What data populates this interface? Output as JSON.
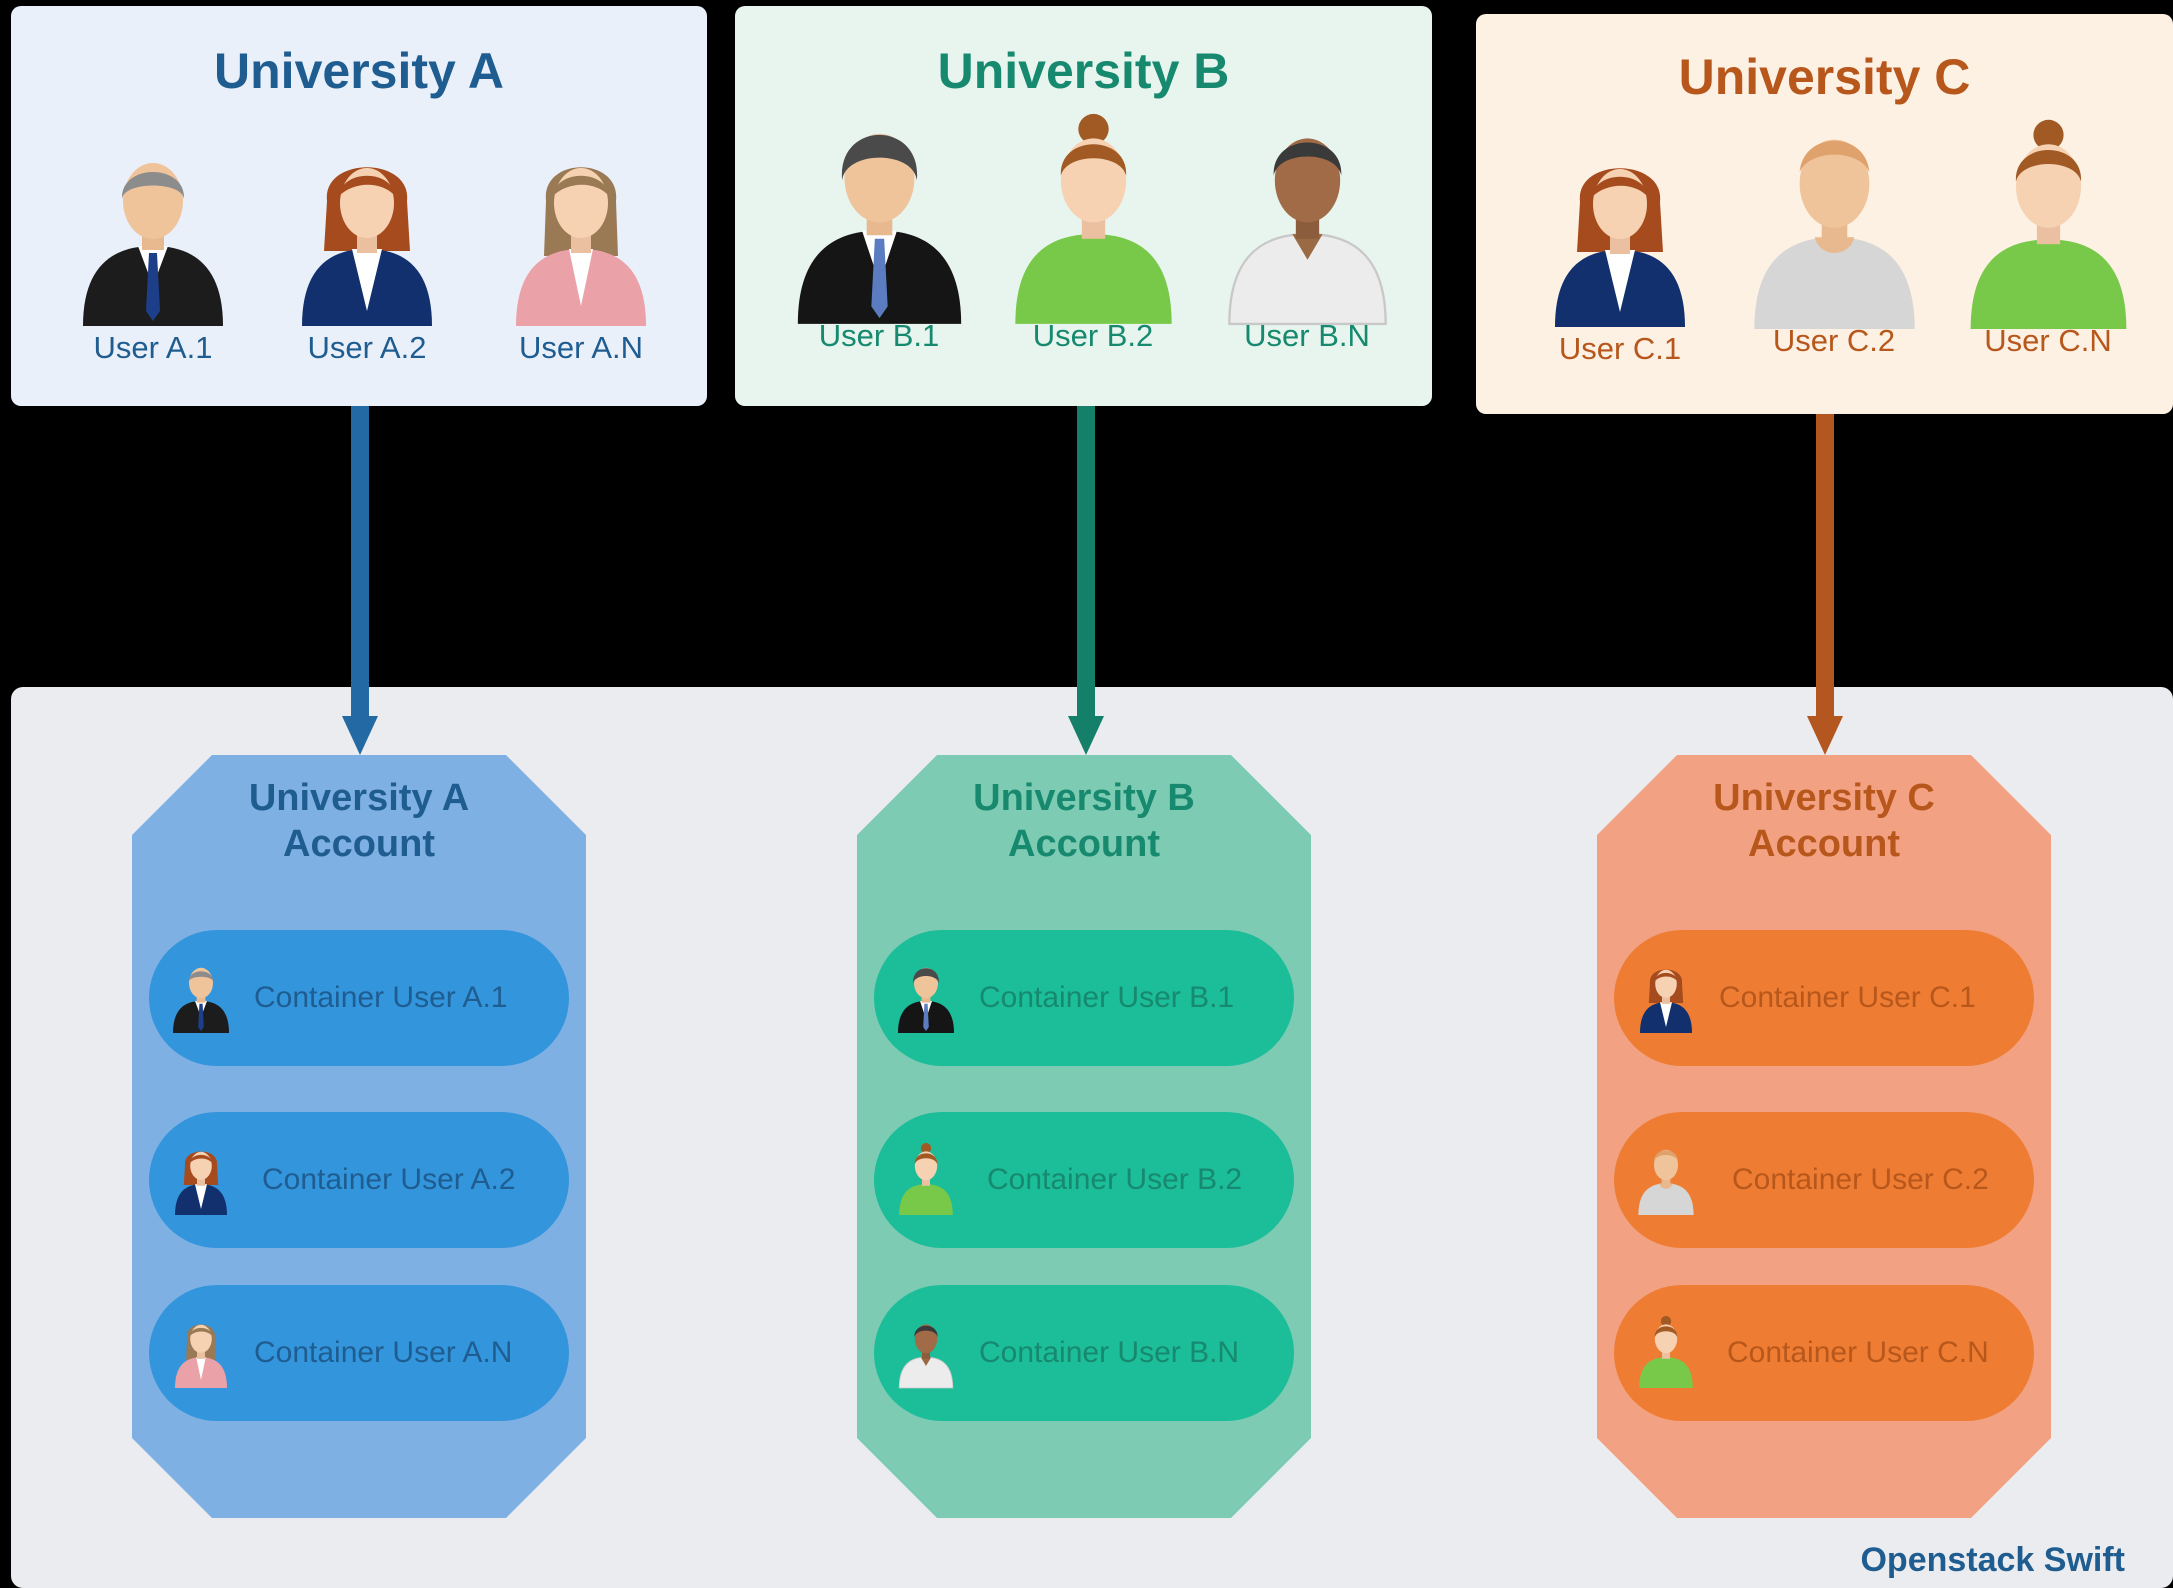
{
  "universities": [
    {
      "title": "University A",
      "users": [
        "User A.1",
        "User A.2",
        "User A.N"
      ],
      "account_title_line1": "University A",
      "account_title_line2": "Account",
      "containers": [
        "Container User A.1",
        "Container User A.2",
        "Container User A.N"
      ]
    },
    {
      "title": "University B",
      "users": [
        "User B.1",
        "User B.2",
        "User B.N"
      ],
      "account_title_line1": "University B",
      "account_title_line2": "Account",
      "containers": [
        "Container User B.1",
        "Container User B.2",
        "Container User B.N"
      ]
    },
    {
      "title": "University C",
      "users": [
        "User C.1",
        "User C.2",
        "User C.N"
      ],
      "account_title_line1": "University C",
      "account_title_line2": "Account",
      "containers": [
        "Container User C.1",
        "Container User C.2",
        "Container User C.N"
      ]
    }
  ],
  "platform_label": "Openstack Swift",
  "colors": {
    "uni_a": "#1f5d91",
    "uni_b": "#16896e",
    "uni_c": "#b7571c",
    "box_a_bg": "#eaf0fa",
    "box_b_bg": "#e8f5ef",
    "box_c_bg": "#fdf1e4",
    "acct_a_bg": "#7fb0e3",
    "acct_b_bg": "#7dcbb3",
    "acct_c_bg": "#f2a282",
    "pill_a": "#3395dc",
    "pill_b": "#1cbd99",
    "pill_c": "#ee7d33",
    "swift_bg": "#ebecef",
    "swift_label": "#1f5d91"
  },
  "icons": [
    "businessman-gray-hair-icon",
    "businesswoman-redhead-icon",
    "woman-pink-icon",
    "businessman-black-hair-icon",
    "woman-green-bun-icon",
    "man-dark-skin-white-shirt-icon",
    "businesswoman-redhead-icon",
    "man-gray-shirt-icon",
    "woman-green-bun-icon"
  ]
}
